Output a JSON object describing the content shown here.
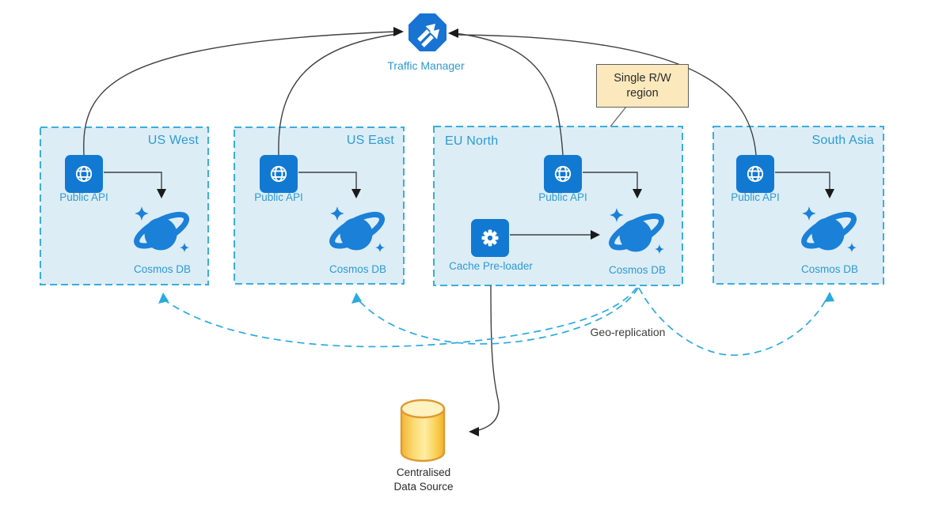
{
  "traffic_manager": {
    "label": "Traffic Manager"
  },
  "callout": {
    "line1": "Single R/W",
    "line2": "region"
  },
  "geo_replication": {
    "label": "Geo-replication"
  },
  "data_source": {
    "line1": "Centralised",
    "line2": "Data Source"
  },
  "regions": [
    {
      "name": "US West",
      "api_label": "Public API",
      "db_label": "Cosmos DB"
    },
    {
      "name": "US East",
      "api_label": "Public API",
      "db_label": "Cosmos DB"
    },
    {
      "name": "EU North",
      "api_label": "Public API",
      "db_label": "Cosmos DB",
      "cache_label": "Cache Pre-loader"
    },
    {
      "name": "South Asia",
      "api_label": "Public API",
      "db_label": "Cosmos DB"
    }
  ],
  "icons": {
    "traffic_manager": "traffic-manager-swap-arrows-octagon",
    "public_api": "globe-icon",
    "cache_preloader": "gear-icon",
    "cosmos_db": "planet-ring-sparkles-icon",
    "data_source": "database-cylinder-icon"
  },
  "colors": {
    "icon_blue": "#1279d3",
    "cosmos_blue": "#1b80d8",
    "label_blue": "#2e9ad5",
    "region_fill": "#dcedf6",
    "region_border": "#3aaede",
    "dashed_line": "#29aae1",
    "arrow_dark": "#404040",
    "callout_fill": "#fbe9bd",
    "callout_border": "#5f5f5f",
    "cylinder_border": "#de9a33",
    "cylinder_gold": "#f9cf52"
  }
}
